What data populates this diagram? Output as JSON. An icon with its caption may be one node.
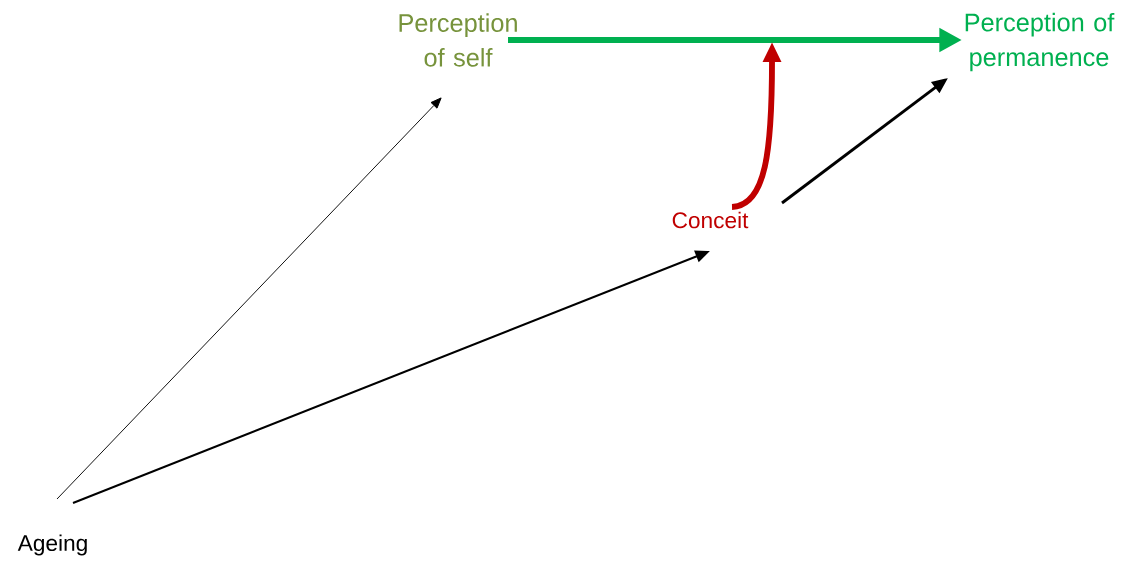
{
  "diagram": {
    "nodes": [
      {
        "text": [
          "Perception of self"
        ]
      },
      {
        "text": [
          "Perception of permanence"
        ]
      },
      {
        "text": [
          "Conceit"
        ]
      },
      {
        "text": [
          "Ageing"
        ]
      }
    ],
    "edges": [
      {
        "from": 3,
        "to": 0,
        "arrow": "to"
      },
      {
        "from": 3,
        "to": 2,
        "arrow": "to"
      },
      {
        "from": 2,
        "to": 1,
        "arrow": "to"
      },
      {
        "from": 0,
        "to": 1,
        "arrow": "to",
        "style": "thick",
        "color": "#00b050"
      },
      {
        "from": 2,
        "to": null,
        "arrow": "to",
        "style": "thick",
        "color": "#c00000"
      }
    ]
  }
}
